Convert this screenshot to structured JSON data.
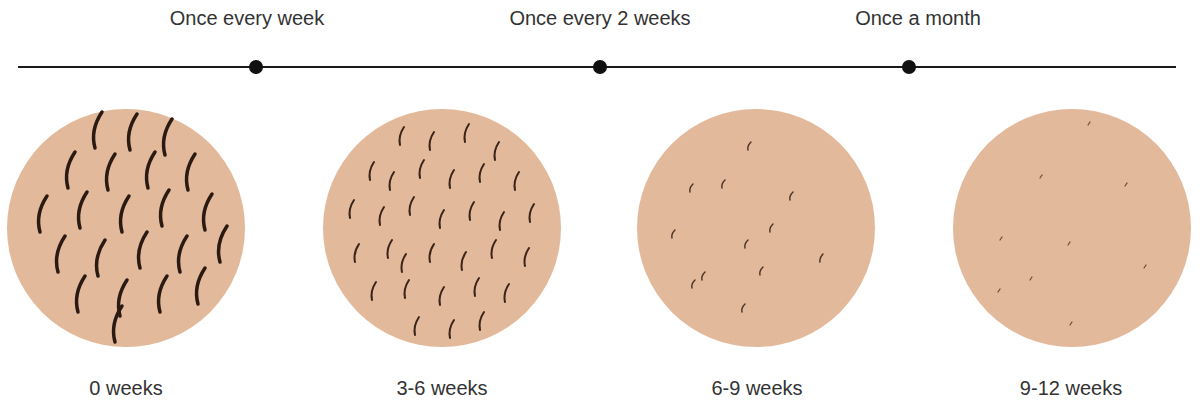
{
  "diagram": {
    "labels": [
      "Once every week",
      "Once every 2 weeks",
      "Once a month",
      "0 weeks",
      "3-6 weeks",
      "6-9 weeks",
      "9-12 weeks"
    ]
  }
}
